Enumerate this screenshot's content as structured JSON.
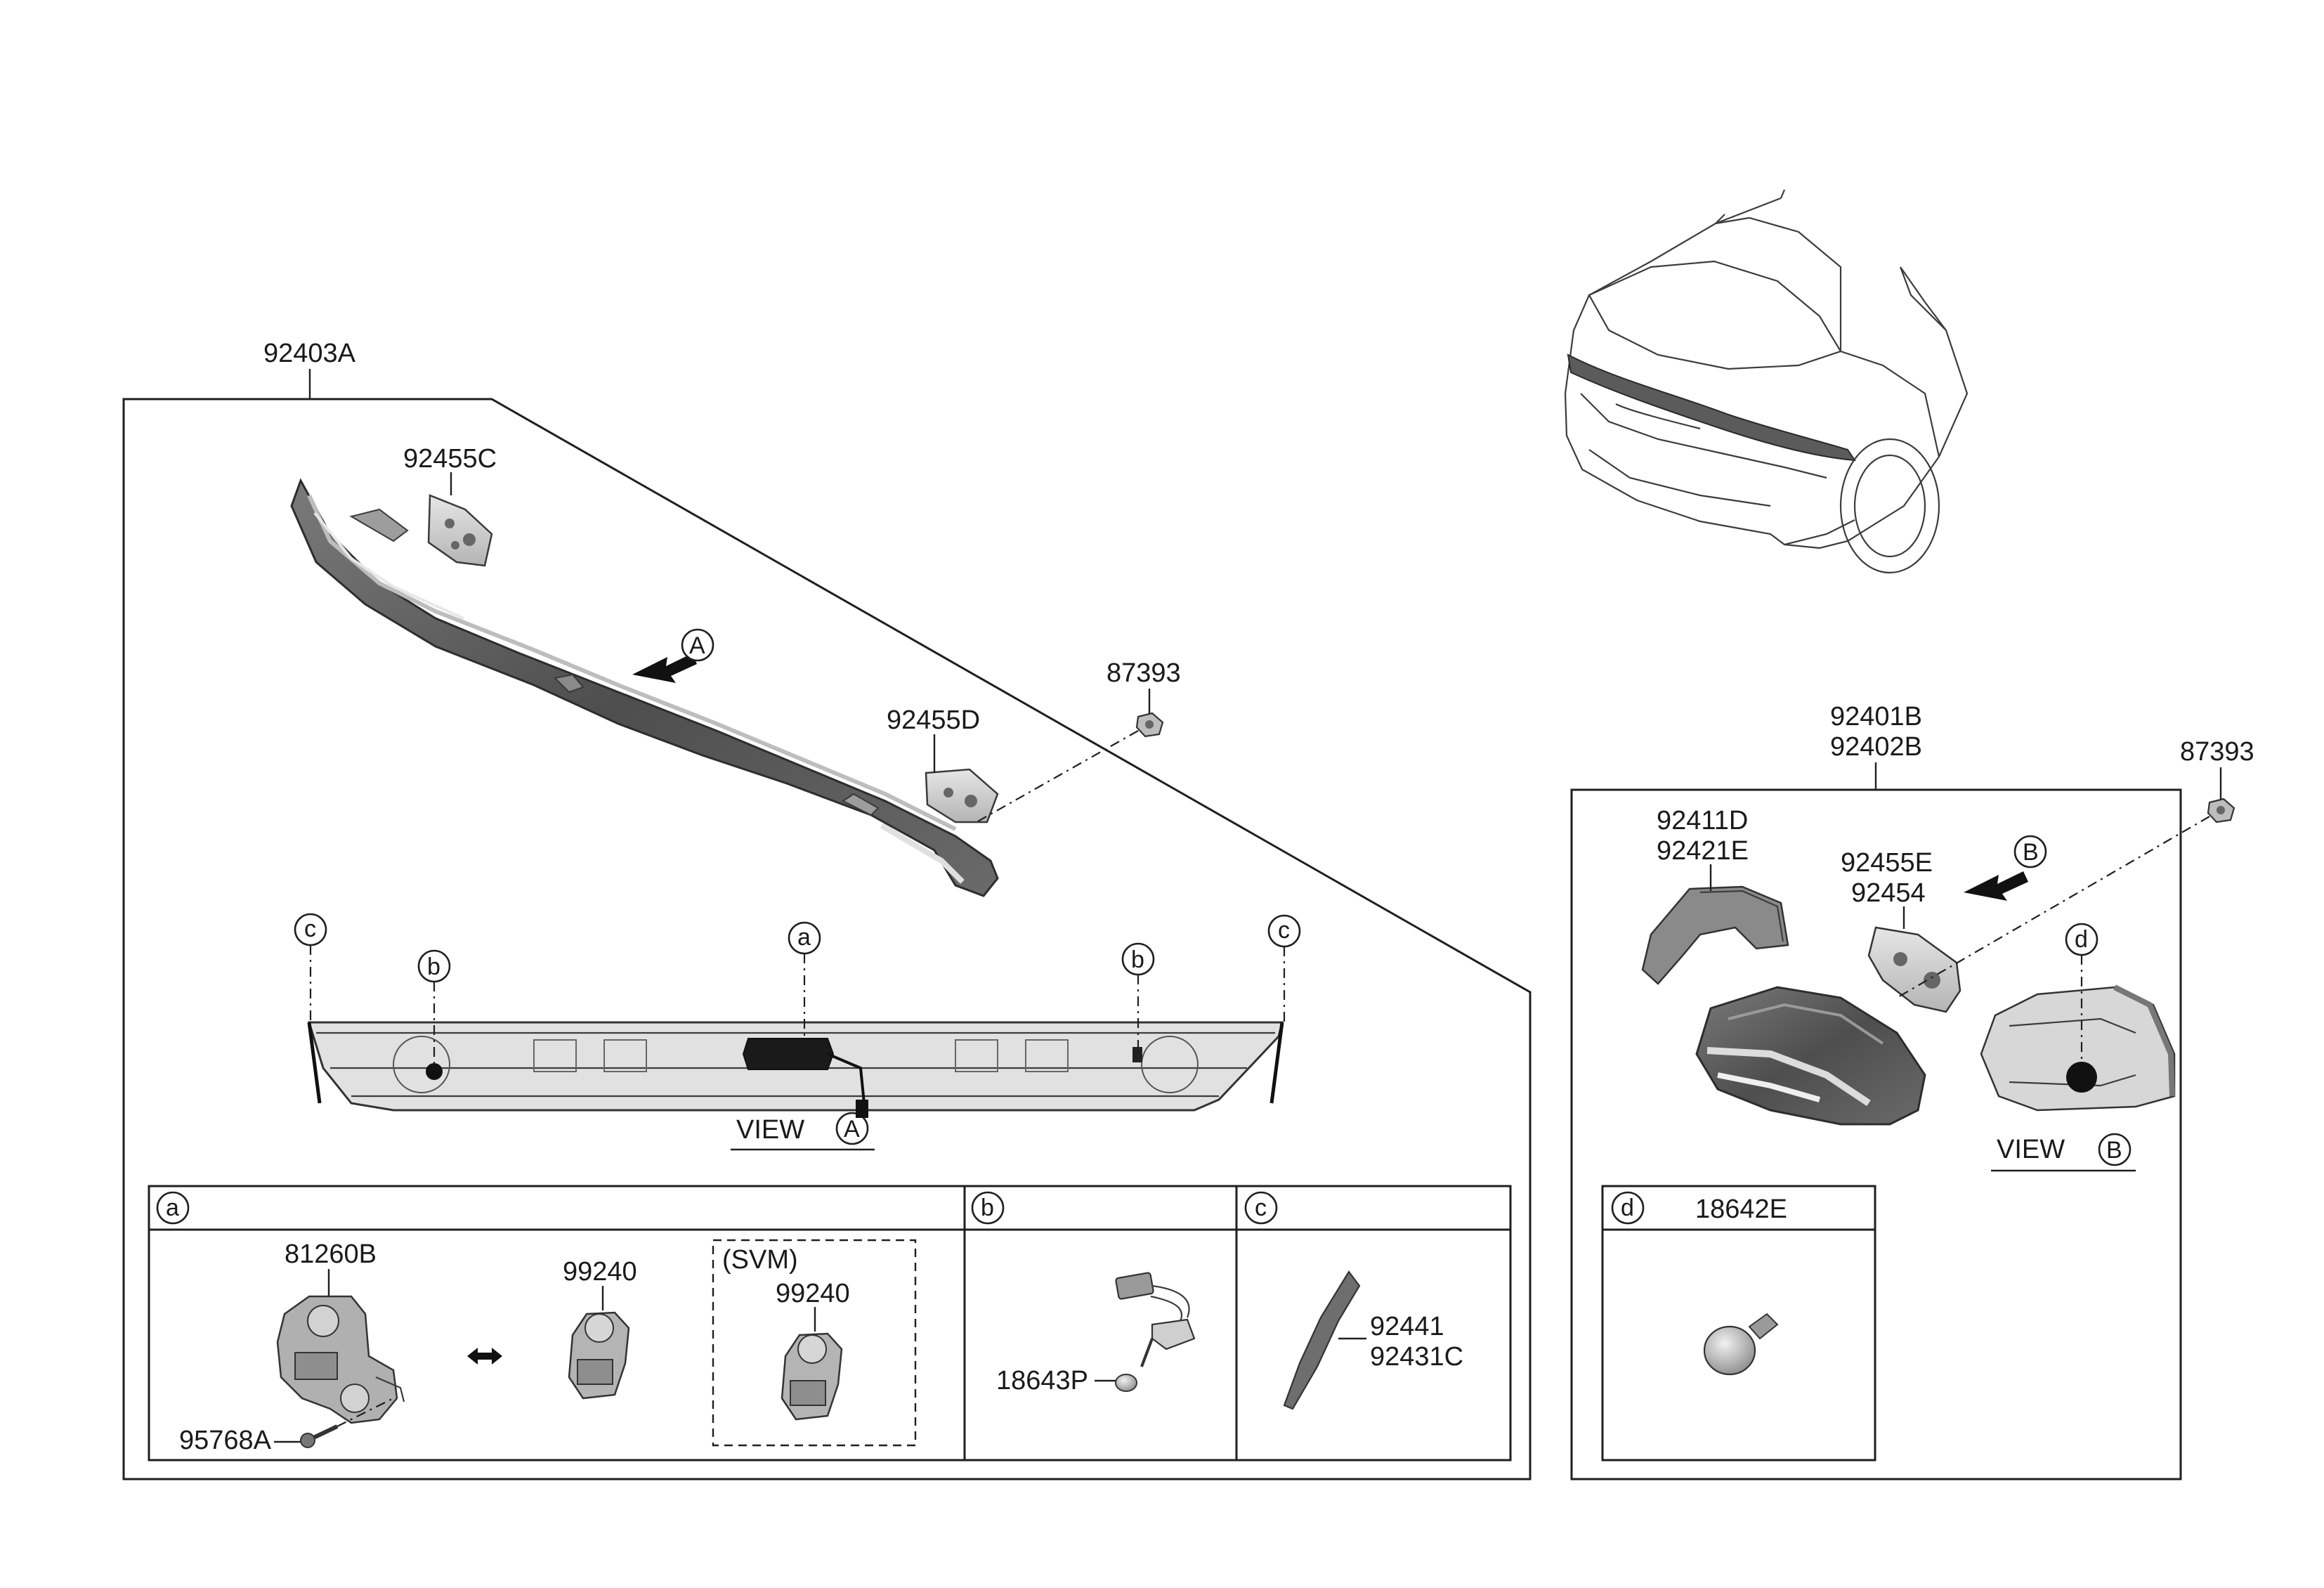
{
  "labels": {
    "main_assembly": "92403A",
    "gasket_c": "92455C",
    "gasket_d": "92455D",
    "nut_top": "87393",
    "nut_right": "87393",
    "rh_assembly_1": "92401B",
    "rh_assembly_2": "92402B",
    "lens_1": "92411D",
    "lens_2": "92421E",
    "gasket_e_1": "92455E",
    "gasket_e_2": "92454",
    "actuator": "81260B",
    "screw": "95768A",
    "camera_1": "99240",
    "camera_2": "99240",
    "svm": "(SVM)",
    "socket_bulb": "18643P",
    "reflector_1": "92441",
    "reflector_2": "92431C",
    "bulb_d": "18642E"
  },
  "markers": {
    "view_a_word": "VIEW",
    "view_a_letter": "A",
    "view_b_word": "VIEW",
    "view_b_letter": "B",
    "arrow_a": "A",
    "arrow_b": "B",
    "a": "a",
    "b": "b",
    "c": "c",
    "d": "d"
  },
  "colors": {
    "line": "#1f1f1f",
    "part_dark": "#5a5a5a",
    "part_mid": "#9b9b9b",
    "part_light": "#d9d9d9",
    "bulb": "#c8c8c8"
  }
}
